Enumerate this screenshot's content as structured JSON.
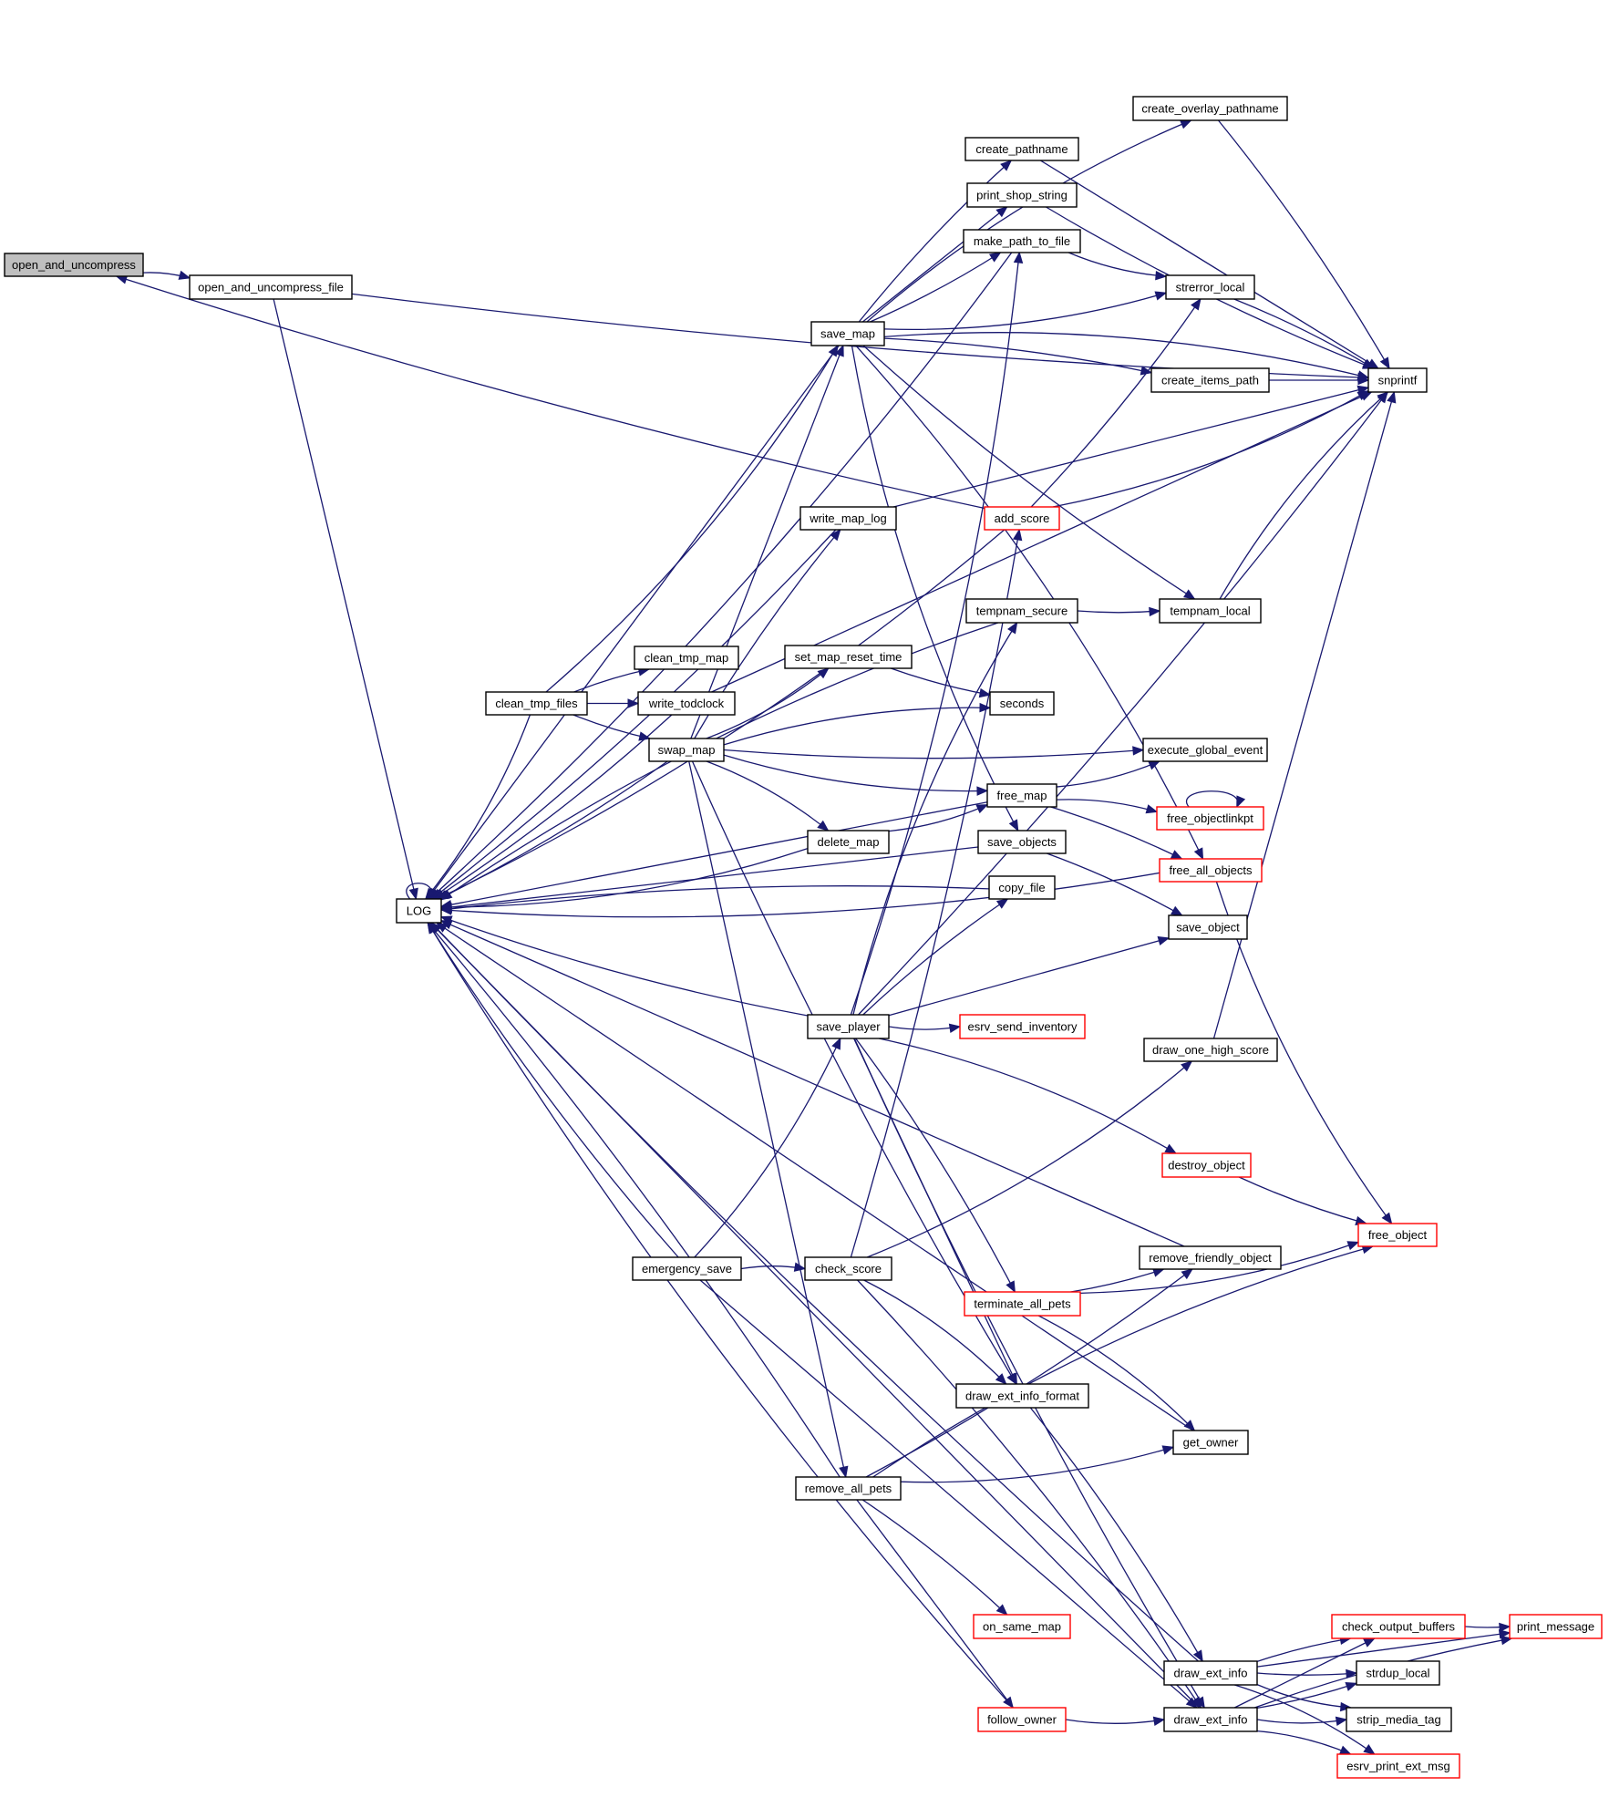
{
  "diagram": {
    "type": "call-graph",
    "root": "open_and_uncompress",
    "colors": {
      "edge": "#191970",
      "root_fill": "#bfbfbf",
      "node_fill": "#ffffff",
      "node_border": "#000000",
      "truncated_border": "#ff0000"
    },
    "nodes": [
      {
        "id": "open_and_uncompress",
        "label": "open_and_uncompress",
        "style": "root"
      },
      {
        "id": "open_and_uncompress_file",
        "label": "open_and_uncompress_file",
        "style": "normal"
      },
      {
        "id": "LOG",
        "label": "LOG",
        "style": "normal"
      },
      {
        "id": "create_overlay_pathname",
        "label": "create_overlay_pathname",
        "style": "normal"
      },
      {
        "id": "create_pathname",
        "label": "create_pathname",
        "style": "normal"
      },
      {
        "id": "print_shop_string",
        "label": "print_shop_string",
        "style": "normal"
      },
      {
        "id": "make_path_to_file",
        "label": "make_path_to_file",
        "style": "normal"
      },
      {
        "id": "strerror_local",
        "label": "strerror_local",
        "style": "normal"
      },
      {
        "id": "save_map",
        "label": "save_map",
        "style": "normal"
      },
      {
        "id": "create_items_path",
        "label": "create_items_path",
        "style": "normal"
      },
      {
        "id": "snprintf",
        "label": "snprintf",
        "style": "normal"
      },
      {
        "id": "add_score",
        "label": "add_score",
        "style": "truncated"
      },
      {
        "id": "write_map_log",
        "label": "write_map_log",
        "style": "normal"
      },
      {
        "id": "tempnam_secure",
        "label": "tempnam_secure",
        "style": "normal"
      },
      {
        "id": "tempnam_local",
        "label": "tempnam_local",
        "style": "normal"
      },
      {
        "id": "clean_tmp_map",
        "label": "clean_tmp_map",
        "style": "normal"
      },
      {
        "id": "set_map_reset_time",
        "label": "set_map_reset_time",
        "style": "normal"
      },
      {
        "id": "clean_tmp_files",
        "label": "clean_tmp_files",
        "style": "normal"
      },
      {
        "id": "write_todclock",
        "label": "write_todclock",
        "style": "normal"
      },
      {
        "id": "seconds",
        "label": "seconds",
        "style": "normal"
      },
      {
        "id": "swap_map",
        "label": "swap_map",
        "style": "normal"
      },
      {
        "id": "execute_global_event",
        "label": "execute_global_event",
        "style": "normal"
      },
      {
        "id": "free_map",
        "label": "free_map",
        "style": "normal"
      },
      {
        "id": "free_objectlinkpt",
        "label": "free_objectlinkpt",
        "style": "truncated"
      },
      {
        "id": "delete_map",
        "label": "delete_map",
        "style": "normal"
      },
      {
        "id": "save_objects",
        "label": "save_objects",
        "style": "normal"
      },
      {
        "id": "free_all_objects",
        "label": "free_all_objects",
        "style": "truncated"
      },
      {
        "id": "copy_file",
        "label": "copy_file",
        "style": "normal"
      },
      {
        "id": "save_object",
        "label": "save_object",
        "style": "normal"
      },
      {
        "id": "save_player",
        "label": "save_player",
        "style": "normal"
      },
      {
        "id": "esrv_send_inventory",
        "label": "esrv_send_inventory",
        "style": "truncated"
      },
      {
        "id": "draw_one_high_score",
        "label": "draw_one_high_score",
        "style": "normal"
      },
      {
        "id": "destroy_object",
        "label": "destroy_object",
        "style": "truncated"
      },
      {
        "id": "free_object",
        "label": "free_object",
        "style": "truncated"
      },
      {
        "id": "emergency_save",
        "label": "emergency_save",
        "style": "normal"
      },
      {
        "id": "check_score",
        "label": "check_score",
        "style": "normal"
      },
      {
        "id": "remove_friendly_object",
        "label": "remove_friendly_object",
        "style": "normal"
      },
      {
        "id": "terminate_all_pets",
        "label": "terminate_all_pets",
        "style": "truncated"
      },
      {
        "id": "draw_ext_info_format",
        "label": "draw_ext_info_format",
        "style": "normal"
      },
      {
        "id": "get_owner",
        "label": "get_owner",
        "style": "normal"
      },
      {
        "id": "remove_all_pets",
        "label": "remove_all_pets",
        "style": "normal"
      },
      {
        "id": "on_same_map",
        "label": "on_same_map",
        "style": "truncated"
      },
      {
        "id": "check_output_buffers",
        "label": "check_output_buffers",
        "style": "truncated"
      },
      {
        "id": "print_message",
        "label": "print_message",
        "style": "truncated"
      },
      {
        "id": "draw_ext_info_a",
        "label": "draw_ext_info",
        "style": "normal"
      },
      {
        "id": "strdup_local",
        "label": "strdup_local",
        "style": "normal"
      },
      {
        "id": "follow_owner",
        "label": "follow_owner",
        "style": "truncated"
      },
      {
        "id": "draw_ext_info_b",
        "label": "draw_ext_info",
        "style": "normal"
      },
      {
        "id": "strip_media_tag",
        "label": "strip_media_tag",
        "style": "normal"
      },
      {
        "id": "esrv_print_ext_msg",
        "label": "esrv_print_ext_msg",
        "style": "truncated"
      }
    ],
    "edges": [
      [
        "open_and_uncompress",
        "open_and_uncompress_file"
      ],
      [
        "add_score",
        "open_and_uncompress"
      ],
      [
        "open_and_uncompress_file",
        "LOG"
      ],
      [
        "open_and_uncompress_file",
        "snprintf"
      ],
      [
        "LOG",
        "LOG"
      ],
      [
        "save_map",
        "create_overlay_pathname"
      ],
      [
        "save_map",
        "create_pathname"
      ],
      [
        "save_map",
        "print_shop_string"
      ],
      [
        "save_map",
        "make_path_to_file"
      ],
      [
        "save_map",
        "strerror_local"
      ],
      [
        "save_map",
        "snprintf"
      ],
      [
        "save_map",
        "create_items_path"
      ],
      [
        "save_map",
        "LOG"
      ],
      [
        "save_map",
        "tempnam_local"
      ],
      [
        "save_map",
        "save_objects"
      ],
      [
        "save_map",
        "free_all_objects"
      ],
      [
        "create_overlay_pathname",
        "snprintf"
      ],
      [
        "create_pathname",
        "snprintf"
      ],
      [
        "print_shop_string",
        "snprintf"
      ],
      [
        "make_path_to_file",
        "strerror_local"
      ],
      [
        "make_path_to_file",
        "LOG"
      ],
      [
        "strerror_local",
        "snprintf"
      ],
      [
        "create_items_path",
        "snprintf"
      ],
      [
        "add_score",
        "strerror_local"
      ],
      [
        "add_score",
        "snprintf"
      ],
      [
        "add_score",
        "LOG"
      ],
      [
        "write_map_log",
        "LOG"
      ],
      [
        "write_map_log",
        "snprintf"
      ],
      [
        "tempnam_secure",
        "tempnam_local"
      ],
      [
        "tempnam_secure",
        "LOG"
      ],
      [
        "tempnam_local",
        "snprintf"
      ],
      [
        "clean_tmp_files",
        "clean_tmp_map"
      ],
      [
        "clean_tmp_files",
        "write_todclock"
      ],
      [
        "clean_tmp_files",
        "swap_map"
      ],
      [
        "clean_tmp_files",
        "save_map"
      ],
      [
        "clean_tmp_files",
        "LOG"
      ],
      [
        "write_todclock",
        "LOG"
      ],
      [
        "write_todclock",
        "snprintf"
      ],
      [
        "set_map_reset_time",
        "seconds"
      ],
      [
        "swap_map",
        "set_map_reset_time"
      ],
      [
        "swap_map",
        "seconds"
      ],
      [
        "swap_map",
        "write_map_log"
      ],
      [
        "swap_map",
        "save_map"
      ],
      [
        "swap_map",
        "execute_global_event"
      ],
      [
        "swap_map",
        "free_map"
      ],
      [
        "swap_map",
        "delete_map"
      ],
      [
        "swap_map",
        "LOG"
      ],
      [
        "swap_map",
        "remove_all_pets"
      ],
      [
        "swap_map",
        "draw_ext_info_format"
      ],
      [
        "free_map",
        "execute_global_event"
      ],
      [
        "free_map",
        "free_objectlinkpt"
      ],
      [
        "free_map",
        "free_all_objects"
      ],
      [
        "free_map",
        "LOG"
      ],
      [
        "free_objectlinkpt",
        "free_objectlinkpt"
      ],
      [
        "delete_map",
        "free_map"
      ],
      [
        "delete_map",
        "LOG"
      ],
      [
        "save_objects",
        "save_object"
      ],
      [
        "save_objects",
        "LOG"
      ],
      [
        "copy_file",
        "LOG"
      ],
      [
        "free_all_objects",
        "free_object"
      ],
      [
        "free_all_objects",
        "LOG"
      ],
      [
        "save_player",
        "copy_file"
      ],
      [
        "save_player",
        "save_object"
      ],
      [
        "save_player",
        "snprintf"
      ],
      [
        "save_player",
        "esrv_send_inventory"
      ],
      [
        "save_player",
        "destroy_object"
      ],
      [
        "save_player",
        "terminate_all_pets"
      ],
      [
        "save_player",
        "draw_ext_info_format"
      ],
      [
        "save_player",
        "draw_ext_info_b"
      ],
      [
        "save_player",
        "make_path_to_file"
      ],
      [
        "save_player",
        "tempnam_secure"
      ],
      [
        "save_player",
        "LOG"
      ],
      [
        "draw_one_high_score",
        "snprintf"
      ],
      [
        "destroy_object",
        "free_object"
      ],
      [
        "emergency_save",
        "save_player"
      ],
      [
        "emergency_save",
        "check_score"
      ],
      [
        "emergency_save",
        "LOG"
      ],
      [
        "emergency_save",
        "draw_ext_info_b"
      ],
      [
        "check_score",
        "add_score"
      ],
      [
        "check_score",
        "draw_one_high_score"
      ],
      [
        "check_score",
        "draw_ext_info_format"
      ],
      [
        "check_score",
        "draw_ext_info_b"
      ],
      [
        "remove_friendly_object",
        "LOG"
      ],
      [
        "terminate_all_pets",
        "remove_friendly_object"
      ],
      [
        "terminate_all_pets",
        "free_object"
      ],
      [
        "terminate_all_pets",
        "get_owner"
      ],
      [
        "draw_ext_info_format",
        "draw_ext_info_a"
      ],
      [
        "get_owner",
        "LOG"
      ],
      [
        "remove_all_pets",
        "remove_friendly_object"
      ],
      [
        "remove_all_pets",
        "get_owner"
      ],
      [
        "remove_all_pets",
        "free_object"
      ],
      [
        "remove_all_pets",
        "on_same_map"
      ],
      [
        "remove_all_pets",
        "follow_owner"
      ],
      [
        "remove_all_pets",
        "LOG"
      ],
      [
        "follow_owner",
        "draw_ext_info_b"
      ],
      [
        "follow_owner",
        "LOG"
      ],
      [
        "draw_ext_info_a",
        "check_output_buffers"
      ],
      [
        "draw_ext_info_a",
        "print_message"
      ],
      [
        "draw_ext_info_a",
        "strdup_local"
      ],
      [
        "draw_ext_info_a",
        "strip_media_tag"
      ],
      [
        "draw_ext_info_a",
        "esrv_print_ext_msg"
      ],
      [
        "draw_ext_info_a",
        "LOG"
      ],
      [
        "draw_ext_info_b",
        "check_output_buffers"
      ],
      [
        "draw_ext_info_b",
        "strdup_local"
      ],
      [
        "draw_ext_info_b",
        "strip_media_tag"
      ],
      [
        "draw_ext_info_b",
        "esrv_print_ext_msg"
      ],
      [
        "draw_ext_info_b",
        "print_message"
      ],
      [
        "draw_ext_info_b",
        "LOG"
      ],
      [
        "check_output_buffers",
        "print_message"
      ]
    ]
  }
}
